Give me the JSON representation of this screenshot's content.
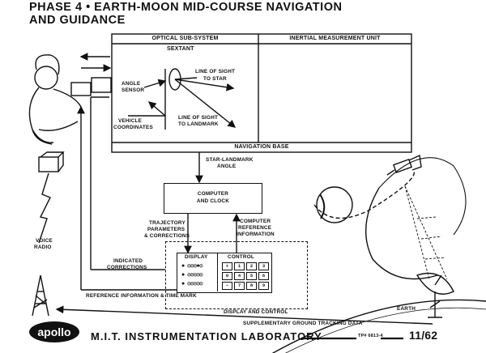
{
  "title": {
    "line1": "PHASE 4 • EARTH-MOON MID-COURSE NAVIGATION",
    "line2": "AND GUIDANCE"
  },
  "optical": {
    "header": "OPTICAL SUB-SYSTEM",
    "sextant": "SEXTANT",
    "angle_sensor": [
      "ANGLE",
      "SENSOR"
    ],
    "line_of_sight_star": [
      "LINE OF SIGHT",
      "TO STAR"
    ],
    "line_of_sight_landmark": [
      "LINE OF SIGHT",
      "TO LANDMARK"
    ],
    "vehicle_coordinates": [
      "VEHICLE",
      "COORDINATES"
    ]
  },
  "imu": {
    "header": "INERTIAL MEASUREMENT UNIT"
  },
  "nav_base": "NAVIGATION BASE",
  "star_landmark_angle": [
    "STAR-LANDMARK",
    "ANGLE"
  ],
  "computer": [
    "COMPUTER",
    "AND CLOCK"
  ],
  "trajectory": [
    "TRAJECTORY",
    "PARAMETERS",
    "& CORRECTIONS"
  ],
  "computer_reference": [
    "COMPUTER",
    "REFERENCE",
    "INFORMATION"
  ],
  "panel": {
    "display": "DISPLAY",
    "control": "CONTROL",
    "footer": "DISPLAY AND CONTROL",
    "keys": [
      [
        "+",
        "1",
        "2",
        "3"
      ],
      [
        "0",
        "4",
        "5",
        "6"
      ],
      [
        "−",
        "7",
        "8",
        "9"
      ]
    ]
  },
  "indicated_corrections": [
    "INDICATED",
    "CORRECTIONS"
  ],
  "reference_time": "REFERENCE INFORMATION & TIME MARK",
  "voice_radio": [
    "VOICE",
    "RADIO"
  ],
  "supplementary": "SUPPLEMENTARY GROUND TRACKING DATA",
  "earth": "EARTH",
  "footer": {
    "logo": "apollo",
    "lab": "M.I.T. INSTRUMENTATION LABORATORY",
    "code": "TP# 6813-4",
    "page": "11/62"
  }
}
